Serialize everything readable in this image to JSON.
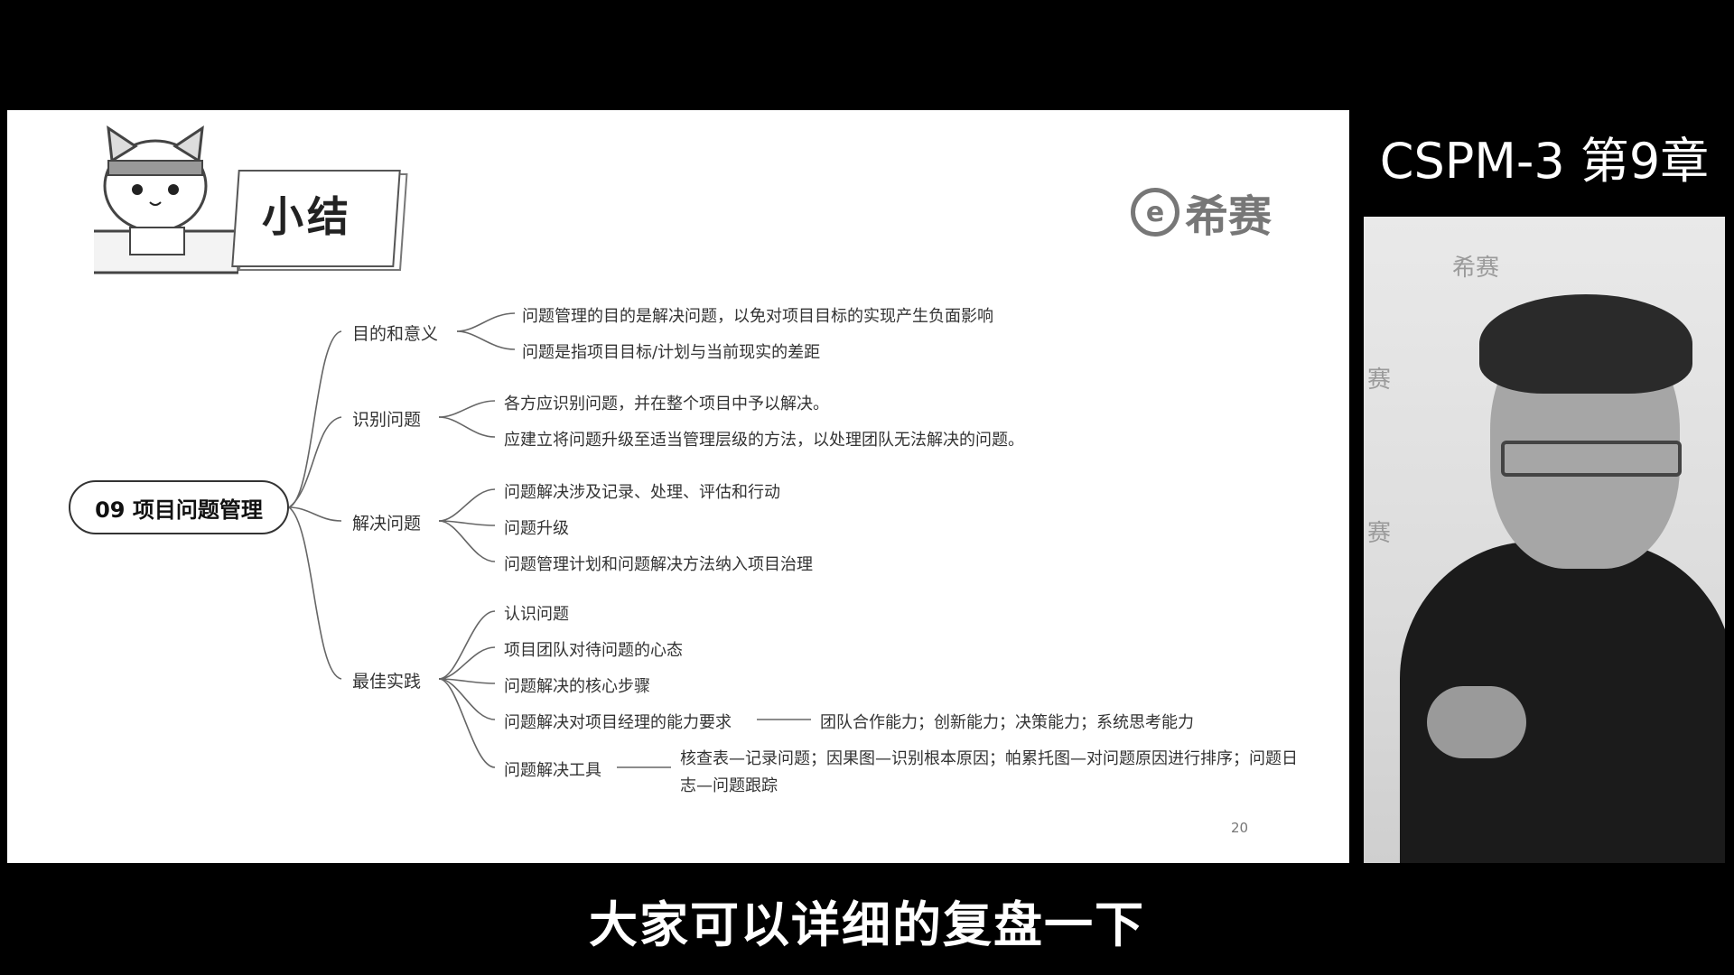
{
  "slide": {
    "title": "小结",
    "logo_text": "希赛",
    "root": "09 项目问题管理",
    "page_number": "20",
    "branches": [
      {
        "label": "目的和意义",
        "items": [
          "问题管理的目的是解决问题，以免对项目目标的实现产生负面影响",
          "问题是指项目目标/计划与当前现实的差距"
        ]
      },
      {
        "label": "识别问题",
        "items": [
          "各方应识别问题，并在整个项目中予以解决。",
          "应建立将问题升级至适当管理层级的方法，以处理团队无法解决的问题。"
        ]
      },
      {
        "label": "解决问题",
        "items": [
          "问题解决涉及记录、处理、评估和行动",
          "问题升级",
          "问题管理计划和问题解决方法纳入项目治理"
        ]
      },
      {
        "label": "最佳实践",
        "items": [
          "认识问题",
          "项目团队对待问题的心态",
          "问题解决的核心步骤",
          "问题解决对项目经理的能力要求",
          "问题解决工具"
        ],
        "details": {
          "ability": "团队合作能力；创新能力；决策能力；系统思考能力",
          "tools": "核查表—记录问题；因果图—识别根本原因；帕累托图—对问题原因进行排序；问题日志—问题跟踪"
        }
      }
    ]
  },
  "right_panel": {
    "title": "CSPM-3 第9章",
    "watermark": "希赛",
    "watermark_partial": "赛"
  },
  "subtitle": "大家可以详细的复盘一下",
  "colors": {
    "background": "#000000",
    "slide": "#ffffff",
    "text": "#333333"
  }
}
